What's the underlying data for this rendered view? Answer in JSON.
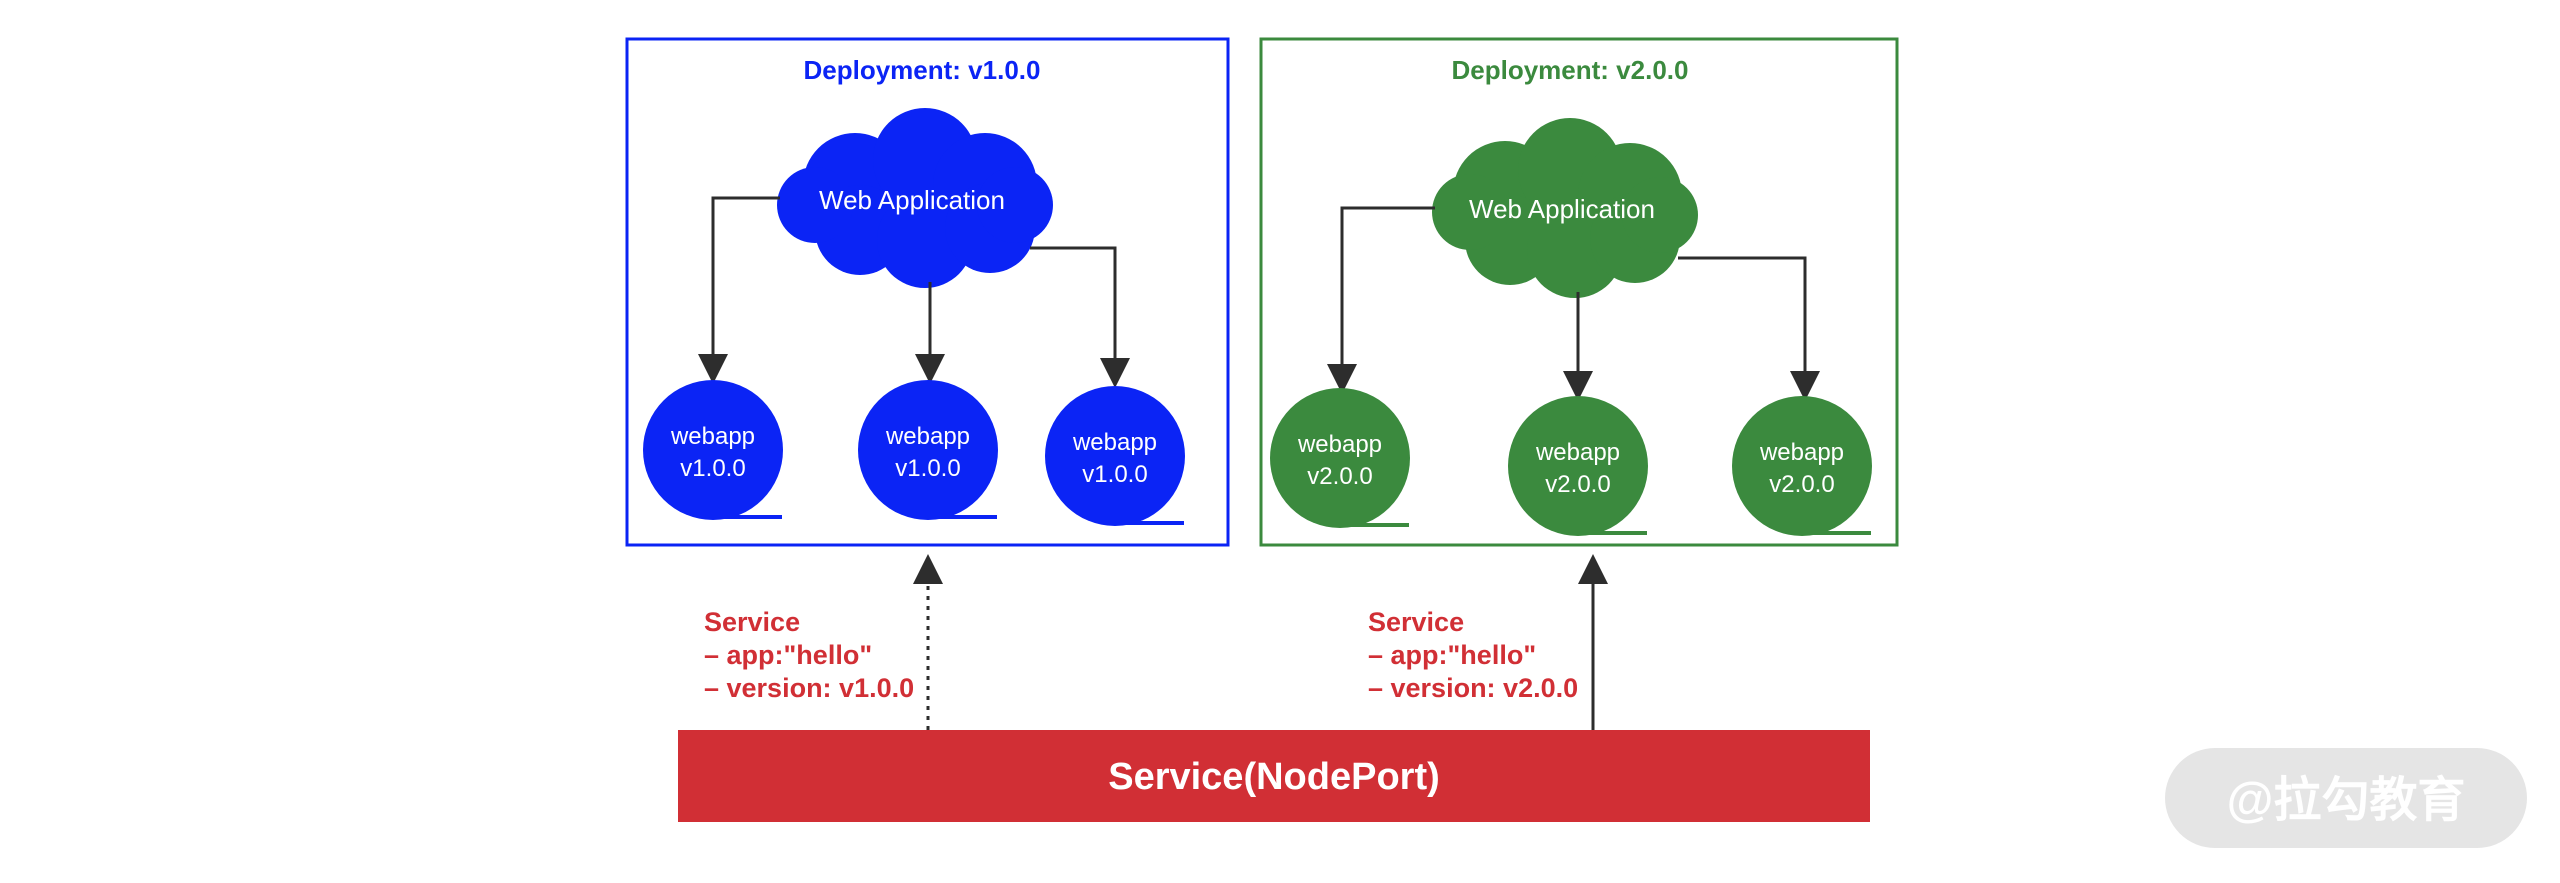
{
  "colors": {
    "blue": "#0b24f5",
    "green": "#3b8a3e",
    "red": "#d12f35",
    "arrow": "#2d2d2d",
    "watermark_bg": "#e5e5e5"
  },
  "deployments": [
    {
      "title": "Deployment: v1.0.0",
      "app_label": "Web Application",
      "pods": [
        {
          "line1": "webapp",
          "line2": "v1.0.0"
        },
        {
          "line1": "webapp",
          "line2": "v1.0.0"
        },
        {
          "line1": "webapp",
          "line2": "v1.0.0"
        }
      ]
    },
    {
      "title": "Deployment: v2.0.0",
      "app_label": "Web Application",
      "pods": [
        {
          "line1": "webapp",
          "line2": "v2.0.0"
        },
        {
          "line1": "webapp",
          "line2": "v2.0.0"
        },
        {
          "line1": "webapp",
          "line2": "v2.0.0"
        }
      ]
    }
  ],
  "service_notes": [
    {
      "line1": "Service",
      "line2": "– app:\"hello\"",
      "line3": "– version: v1.0.0"
    },
    {
      "line1": "Service",
      "line2": "– app:\"hello\"",
      "line3": "– version: v2.0.0"
    }
  ],
  "service_bar": {
    "label": "Service(NodePort)"
  },
  "watermark": {
    "text": "@拉勾教育"
  }
}
